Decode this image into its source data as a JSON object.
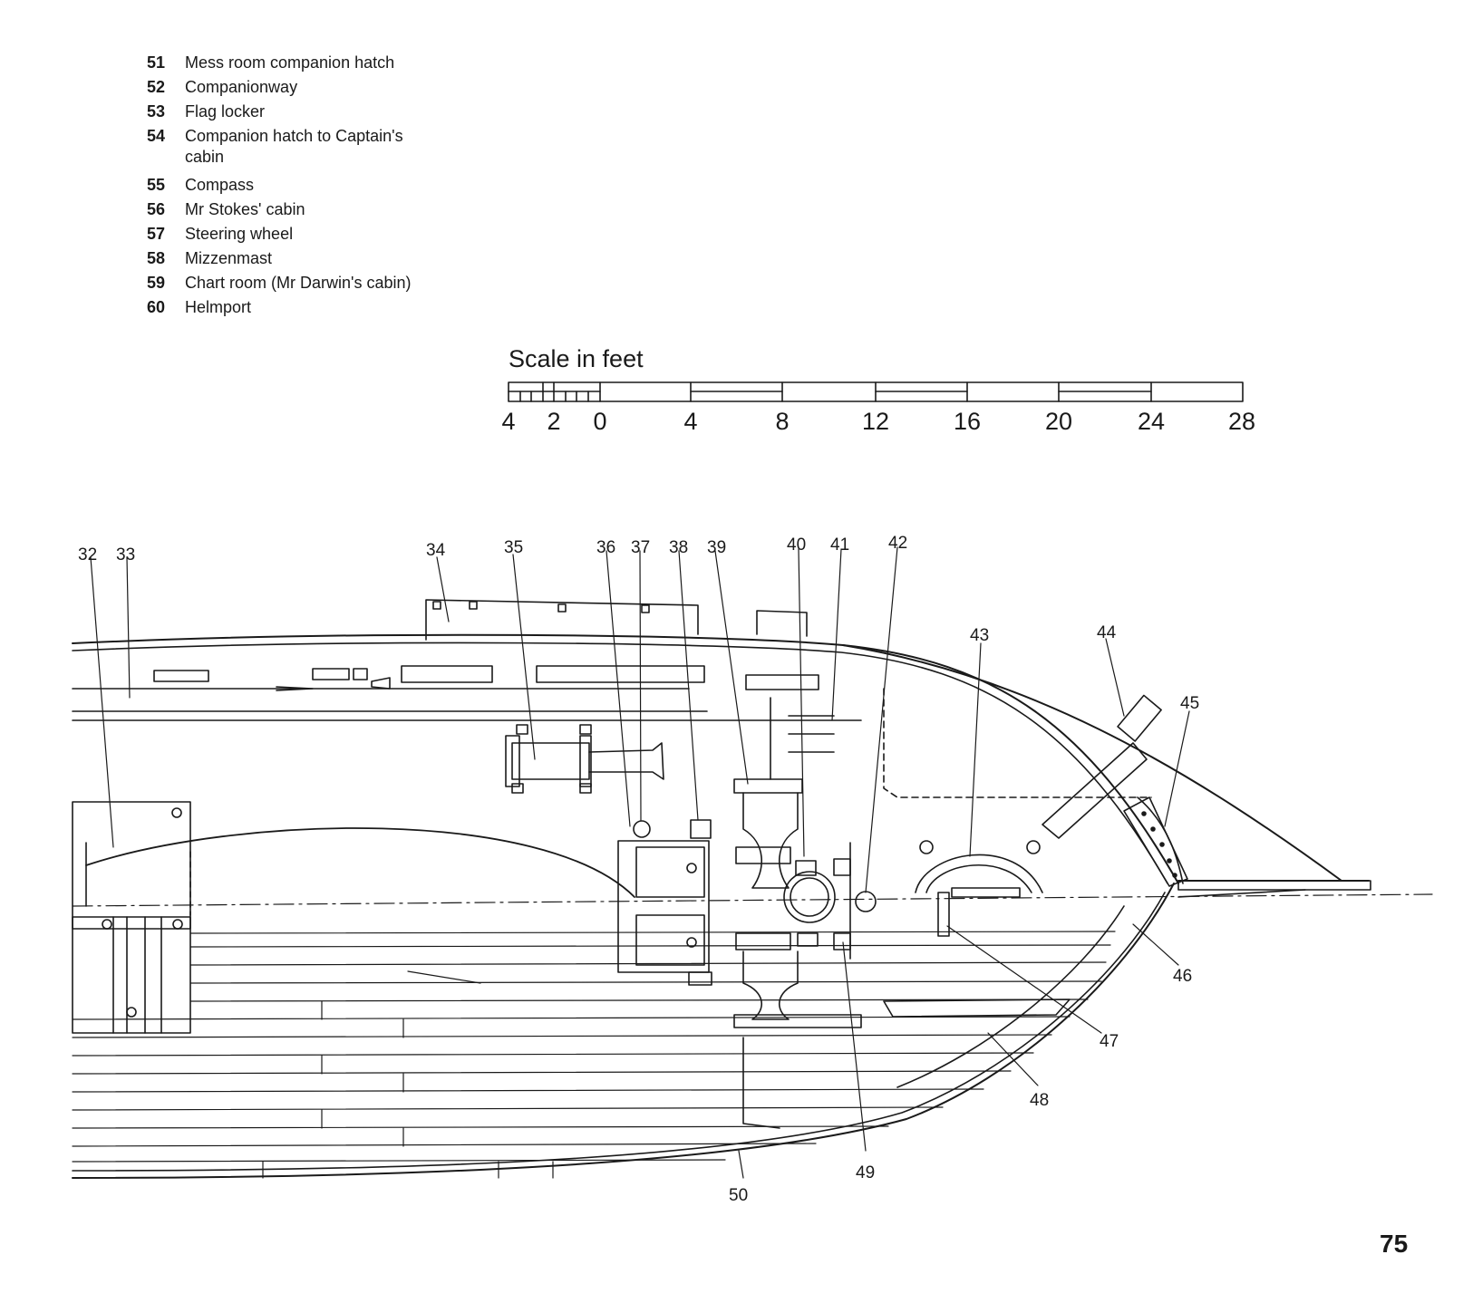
{
  "legend": [
    {
      "num": "51",
      "text": "Mess room companion hatch"
    },
    {
      "num": "52",
      "text": "Companionway"
    },
    {
      "num": "53",
      "text": "Flag locker"
    },
    {
      "num": "54",
      "text": "Companion hatch to Captain's cabin"
    },
    {
      "num": "55",
      "text": "Compass"
    },
    {
      "num": "56",
      "text": "Mr Stokes' cabin"
    },
    {
      "num": "57",
      "text": "Steering wheel"
    },
    {
      "num": "58",
      "text": "Mizzenmast"
    },
    {
      "num": "59",
      "text": "Chart room (Mr Darwin's cabin)"
    },
    {
      "num": "60",
      "text": "Helmport"
    }
  ],
  "scale": {
    "title": "Scale in feet",
    "labels": [
      "4",
      "2",
      "0",
      "4",
      "8",
      "12",
      "16",
      "20",
      "24",
      "28"
    ]
  },
  "callouts": [
    "32",
    "33",
    "34",
    "35",
    "36",
    "37",
    "38",
    "39",
    "40",
    "41",
    "42",
    "43",
    "44",
    "45",
    "46",
    "47",
    "48",
    "49",
    "50"
  ],
  "page_number": "75",
  "colors": {
    "ink": "#1a1a1a",
    "paper": "#ffffff"
  }
}
